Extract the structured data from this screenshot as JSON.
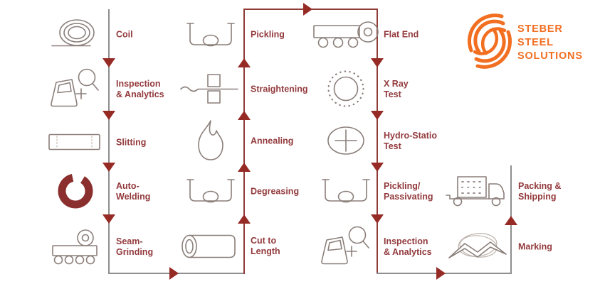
{
  "title": "Steel pipe production process flow diagram",
  "logo": {
    "company": "Steber Steel Solutions",
    "lines": {
      "l1": "STEBER",
      "l2": "STEEL",
      "l3": "SOLUTIONS"
    },
    "color": "#F26E21",
    "mark": "double-s-swoosh"
  },
  "colors": {
    "label_text": "#933A3D",
    "arrow": "#962B26",
    "line_gray": "#8E8E8E",
    "line_maroon": "#8F3B36",
    "icon_stroke": "#8B7F7A",
    "auto_weld_fill": "#8B2E2E",
    "background": "#FFFFFF"
  },
  "flow": {
    "columns": [
      {
        "direction": "down",
        "items": [
          {
            "label": "Coil",
            "icon": "coil-icon"
          },
          {
            "label": "Inspection\n& Analytics",
            "icon": "inspection-analytics-icon"
          },
          {
            "label": "Slitting",
            "icon": "slitting-icon"
          },
          {
            "label": "Auto-\nWelding",
            "icon": "auto-welding-icon"
          },
          {
            "label": "Seam-\nGrinding",
            "icon": "seam-grinding-icon"
          }
        ]
      },
      {
        "direction": "up",
        "items": [
          {
            "label": "Pickling",
            "icon": "pickling-tank-icon"
          },
          {
            "label": "Straightening",
            "icon": "straightening-icon"
          },
          {
            "label": "Annealing",
            "icon": "annealing-flame-icon"
          },
          {
            "label": "Degreasing",
            "icon": "degreasing-tank-icon"
          },
          {
            "label": "Cut to\nLength",
            "icon": "cut-to-length-icon"
          }
        ]
      },
      {
        "direction": "down",
        "items": [
          {
            "label": "Flat End",
            "icon": "flat-end-icon"
          },
          {
            "label": "X Ray\nTest",
            "icon": "x-ray-icon"
          },
          {
            "label": "Hydro-Statio\nTest",
            "icon": "hydro-static-icon"
          },
          {
            "label": "Pickling/\nPassivating",
            "icon": "pickling-passivating-tank-icon"
          },
          {
            "label": "Inspection\n& Analytics",
            "icon": "inspection-analytics-icon"
          }
        ]
      },
      {
        "direction": "up",
        "items": [
          {
            "label": "Packing &\nShipping",
            "icon": "packing-shipping-truck-icon"
          },
          {
            "label": "Marking",
            "icon": "marking-icon"
          }
        ]
      }
    ]
  }
}
